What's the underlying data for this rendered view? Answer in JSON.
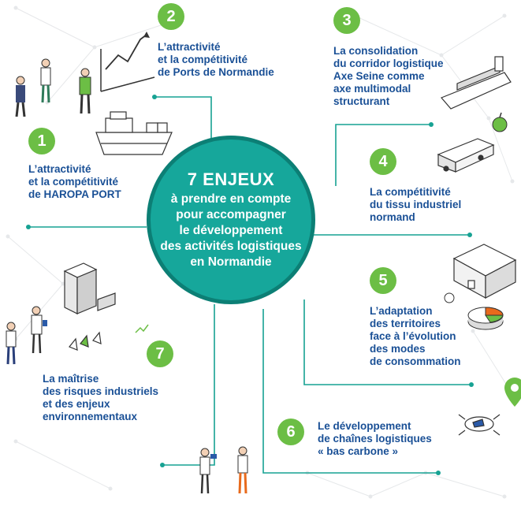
{
  "center": {
    "title": "7 ENJEUX",
    "lines": [
      "à prendre en compte",
      "pour accompagner",
      "le développement",
      "des activités logistiques",
      "en Normandie"
    ]
  },
  "items": [
    {
      "number": "1",
      "lines": [
        "L’attractivité",
        "et la compétitivité",
        "de HAROPA PORT"
      ]
    },
    {
      "number": "2",
      "lines": [
        "L’attractivité",
        "et la compétitivité",
        "de Ports de Normandie"
      ]
    },
    {
      "number": "3",
      "lines": [
        "La consolidation",
        "du corridor logistique",
        "Axe Seine comme",
        "axe multimodal",
        "structurant"
      ]
    },
    {
      "number": "4",
      "lines": [
        "La compétitivité",
        "du tissu industriel",
        "normand"
      ]
    },
    {
      "number": "5",
      "lines": [
        "L’adaptation",
        "des territoires",
        "face à l’évolution",
        "des modes",
        "de consommation"
      ]
    },
    {
      "number": "6",
      "lines": [
        "Le développement",
        "de chaînes logistiques",
        "« bas carbone »"
      ]
    },
    {
      "number": "7",
      "lines": [
        "La maîtrise",
        "des risques industriels",
        "et des enjeux",
        "environnementaux"
      ]
    }
  ],
  "colors": {
    "center_fill": "#16a79b",
    "badge_green": "#6cbe45",
    "label_blue": "#1a5096",
    "connector": "#17a293"
  },
  "icons": [
    "people-chart-icon",
    "ship-icon",
    "cargo-ship-icon",
    "truck-icon",
    "apple-icon",
    "warehouse-icon",
    "pie-chart-icon",
    "map-pin-icon",
    "drone-icon",
    "factory-icon",
    "workers-icon"
  ]
}
